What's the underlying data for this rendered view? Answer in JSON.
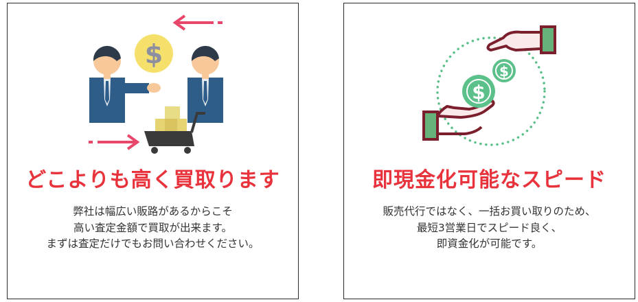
{
  "colors": {
    "title_red": "#e8323c",
    "body_text": "#333333",
    "border": "#2b2b2b",
    "arrow_pink": "#e8476a",
    "coin_yellow": "#f4e06a",
    "suit_blue": "#2f5d8a",
    "skin": "#f7c99a",
    "hair": "#2e3a4a",
    "coin_green": "#5cc08a",
    "sleeve_maroon": "#7a1f2b",
    "cuff_green": "#66b27a"
  },
  "icons": {
    "left": "business-trade-icon",
    "right": "hands-money-exchange-icon"
  },
  "cards": [
    {
      "title": "どこよりも高く買取ります",
      "lines": [
        "弊社は幅広い販路があるからこそ",
        "高い査定金額で買取が出来ます。",
        "まずは査定だけでもお問い合わせください。"
      ]
    },
    {
      "title": "即現金化可能なスピード",
      "lines": [
        "販売代行ではなく、一括お買い取りのため、",
        "最短3営業日でスピード良く、",
        "即資金化が可能です。"
      ]
    }
  ]
}
